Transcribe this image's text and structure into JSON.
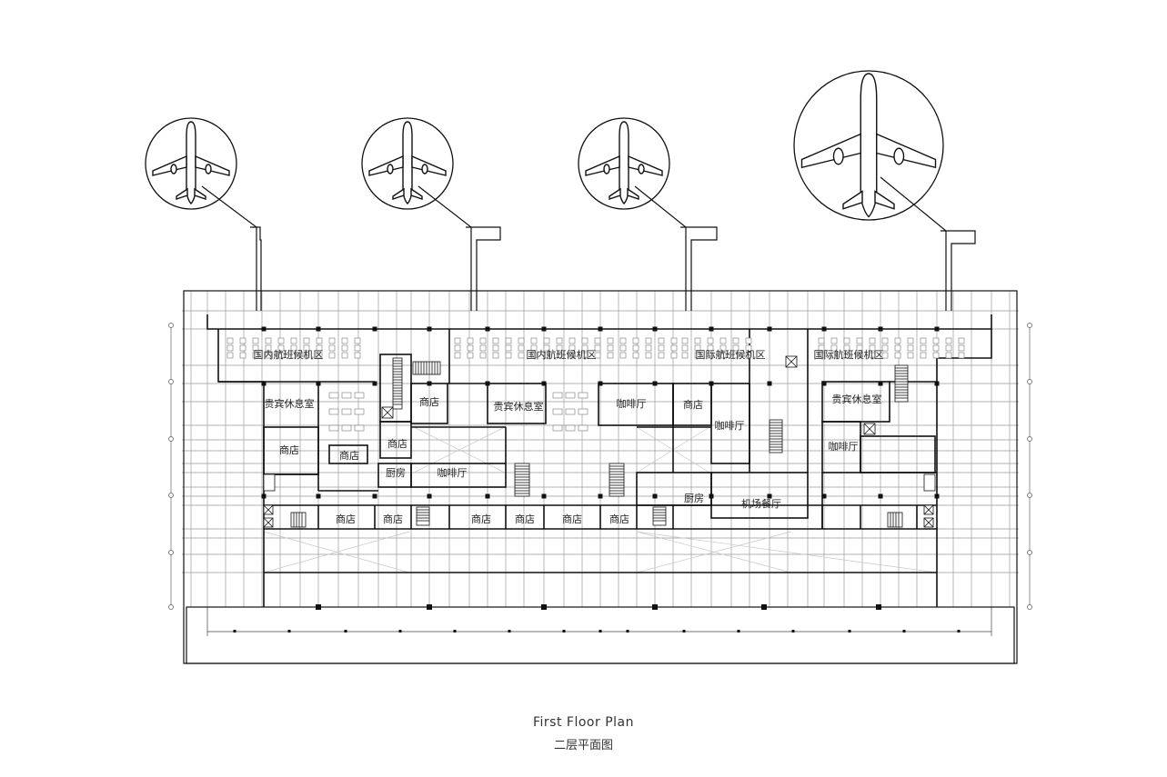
{
  "caption": {
    "title_en": "First Floor Plan",
    "title_zh": "二层平面图"
  },
  "labels": {
    "domestic_waiting": "国内航班候机区",
    "intl_waiting": "国际航班候机区",
    "vip_lounge": "贵宾休息室",
    "shop": "商店",
    "cafe": "咖啡厅",
    "kitchen": "厨房",
    "airport_restaurant": "机场餐厅"
  }
}
